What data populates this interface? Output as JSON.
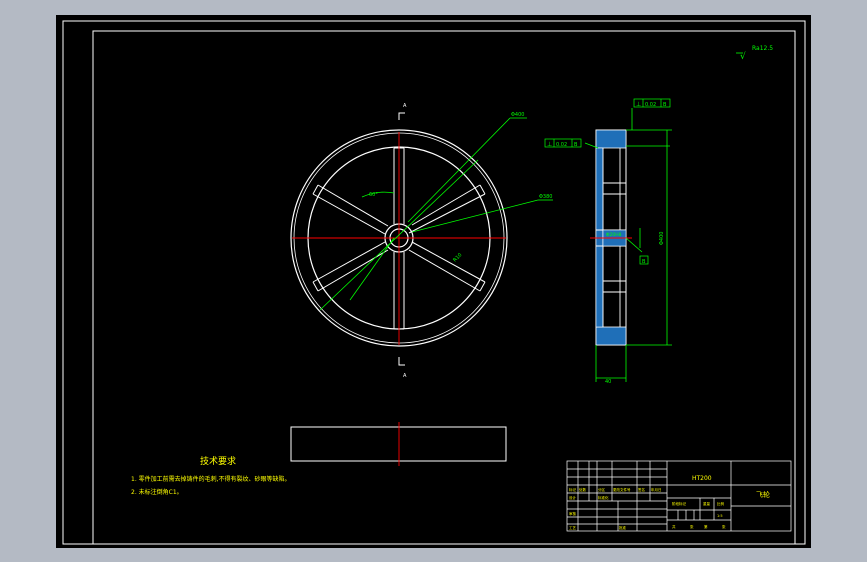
{
  "colors": {
    "background": "#b4bac4",
    "paper": "#000000",
    "linework": "#ffffff",
    "dimension": "#00ff00",
    "centerline": "#ff0000",
    "hatch": "#00a0ff",
    "annotation_text": "#ffff00"
  },
  "roughness_note": {
    "symbol": "√",
    "value": "Ra12.5"
  },
  "section_marks": {
    "top": "A",
    "bottom": "A"
  },
  "front_view": {
    "angle_dim": "60°",
    "spoke_dim": "R10",
    "leader_upper": "Φ400",
    "leader_lower": "Φ380"
  },
  "side_view": {
    "tolerance_top": [
      "⊥",
      "0.02",
      "B"
    ],
    "tolerance_left": [
      "⊥",
      "0.02",
      "B"
    ],
    "bore_dim": "Φ20H8",
    "datum": "B",
    "height_dim": "Φ400",
    "width_dim": "40"
  },
  "tech_requirements": {
    "title": "技术要求",
    "items": [
      "1. 零件加工前需去掉铸件的毛刺,不得有裂纹、砂眼等缺陷。",
      "2. 未标注倒角C1。"
    ]
  },
  "title_block": {
    "material": "HT200",
    "part_name": "飞轮",
    "cells": [
      "标记",
      "处数",
      "分区",
      "更改文件号",
      "签名",
      "年月日"
    ],
    "labels": [
      "设计",
      "审核",
      "工艺",
      "批准",
      "标准化"
    ],
    "scale_labels": [
      "阶段标记",
      "重量",
      "比例"
    ],
    "scale_value": "1:5",
    "sheet_labels": [
      "共",
      "张",
      "第",
      "张"
    ]
  }
}
